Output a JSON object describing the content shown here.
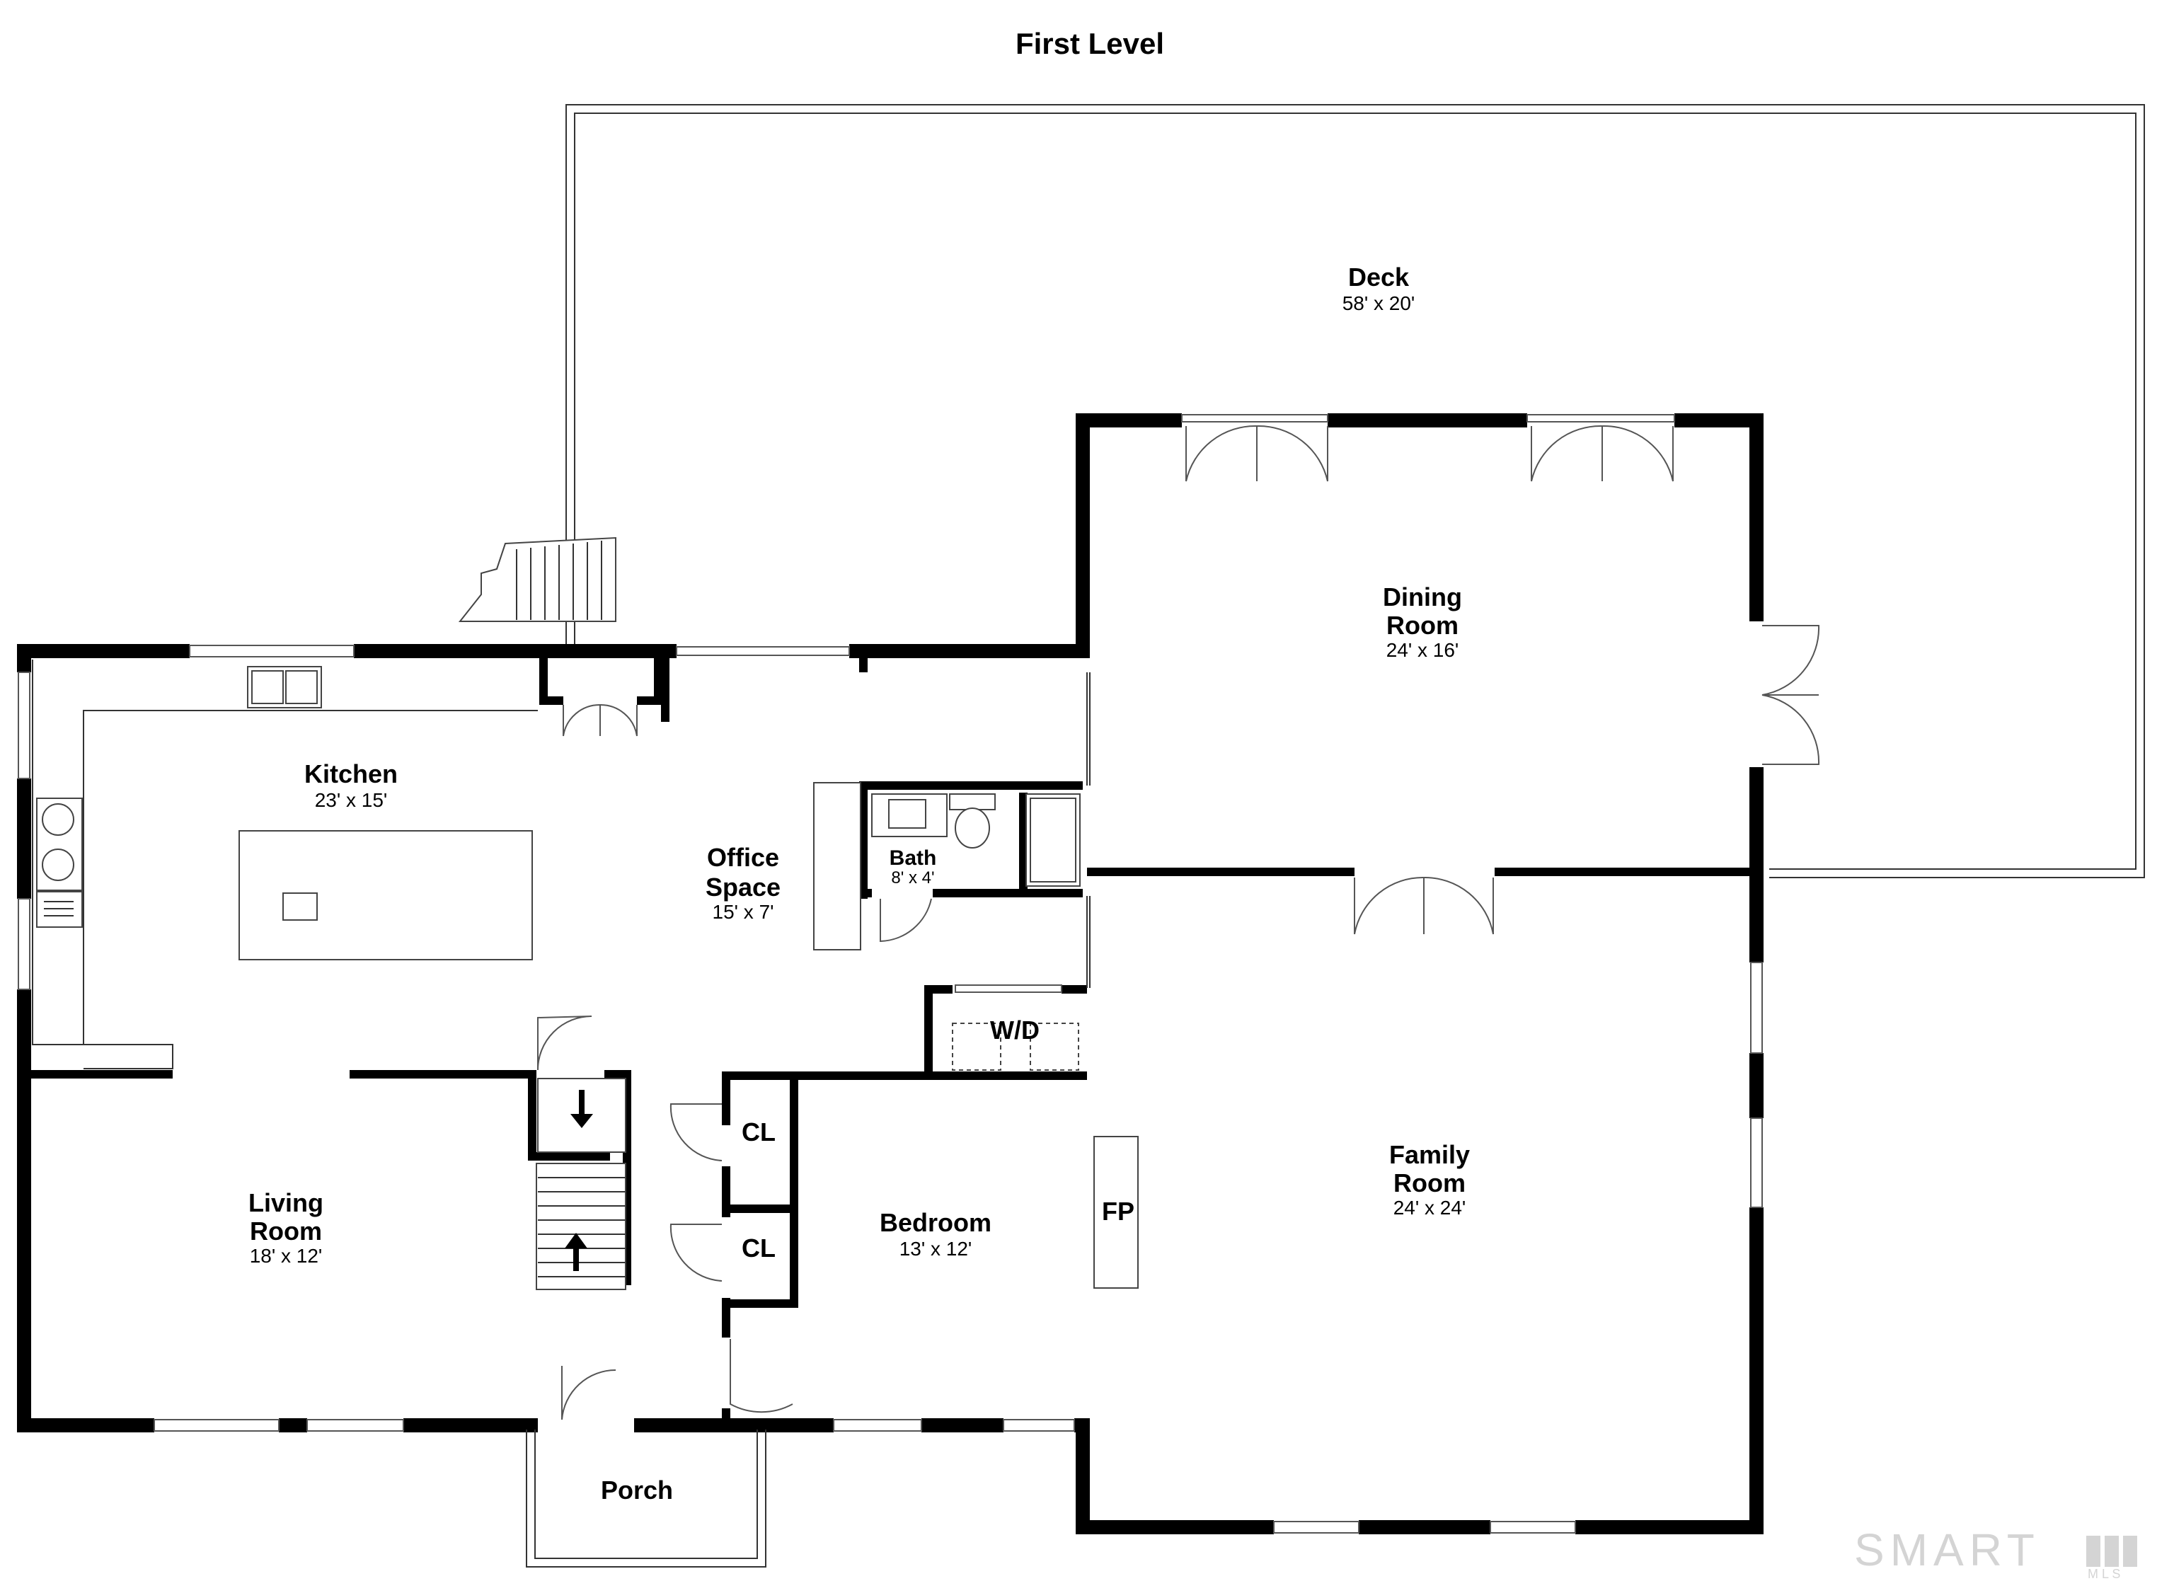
{
  "title": "First Level",
  "rooms": {
    "deck": {
      "name": "Deck",
      "dims": "58' x 20'"
    },
    "dining": {
      "name_l1": "Dining",
      "name_l2": "Room",
      "dims": "24' x 16'"
    },
    "kitchen": {
      "name": "Kitchen",
      "dims": "23' x 15'"
    },
    "office": {
      "name_l1": "Office",
      "name_l2": "Space",
      "dims": "15' x 7'"
    },
    "bath": {
      "name": "Bath",
      "dims": "8' x 4'"
    },
    "wd": {
      "name": "W/D"
    },
    "cl1": {
      "name": "CL"
    },
    "cl2": {
      "name": "CL"
    },
    "bedroom": {
      "name": "Bedroom",
      "dims": "13' x 12'"
    },
    "fp": {
      "name": "FP"
    },
    "family": {
      "name_l1": "Family",
      "name_l2": "Room",
      "dims": "24' x 24'"
    },
    "living": {
      "name_l1": "Living",
      "name_l2": "Room",
      "dims": "18' x 12'"
    },
    "porch": {
      "name": "Porch"
    }
  },
  "watermark": {
    "text": "SMART",
    "small": "M L S"
  },
  "colors": {
    "wall": "#000000",
    "line": "#333333",
    "background": "#ffffff"
  }
}
